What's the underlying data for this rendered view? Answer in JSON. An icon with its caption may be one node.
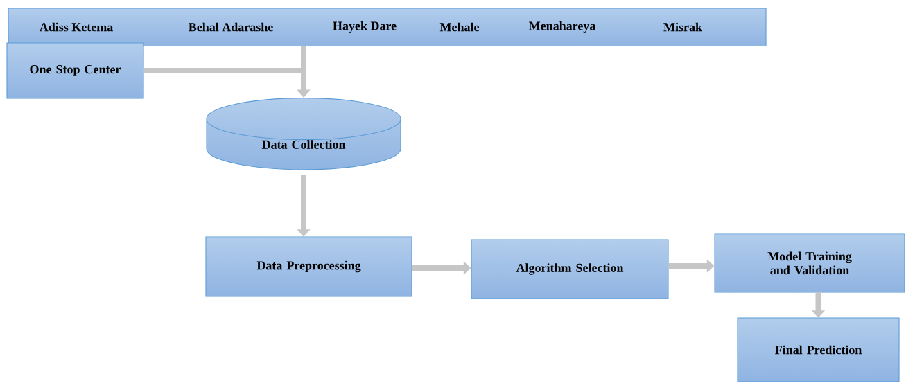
{
  "diagram": {
    "nodes": [
      {
        "text": [
          "Adiss Ketema",
          "Behal Adarashe",
          "Hayek Dare",
          "Mehale",
          "Menahareya",
          "Misrak"
        ]
      },
      {
        "text": [
          "One Stop Center"
        ]
      },
      {
        "text": [
          "Data Collection"
        ]
      },
      {
        "text": [
          "Data Preprocessing"
        ]
      },
      {
        "text": [
          "Algorithm Selection"
        ]
      },
      {
        "text": [
          "Model Training and Validation"
        ]
      },
      {
        "text": [
          "Final Prediction"
        ]
      }
    ],
    "edges": [
      {
        "from": 0,
        "to": 2,
        "arrow": "to"
      },
      {
        "from": 1,
        "to": 2,
        "arrow": "to"
      },
      {
        "from": 2,
        "to": 3,
        "arrow": "to"
      },
      {
        "from": 3,
        "to": 4,
        "arrow": "to"
      },
      {
        "from": 4,
        "to": 5,
        "arrow": "to"
      },
      {
        "from": 5,
        "to": 6,
        "arrow": "to"
      }
    ]
  }
}
